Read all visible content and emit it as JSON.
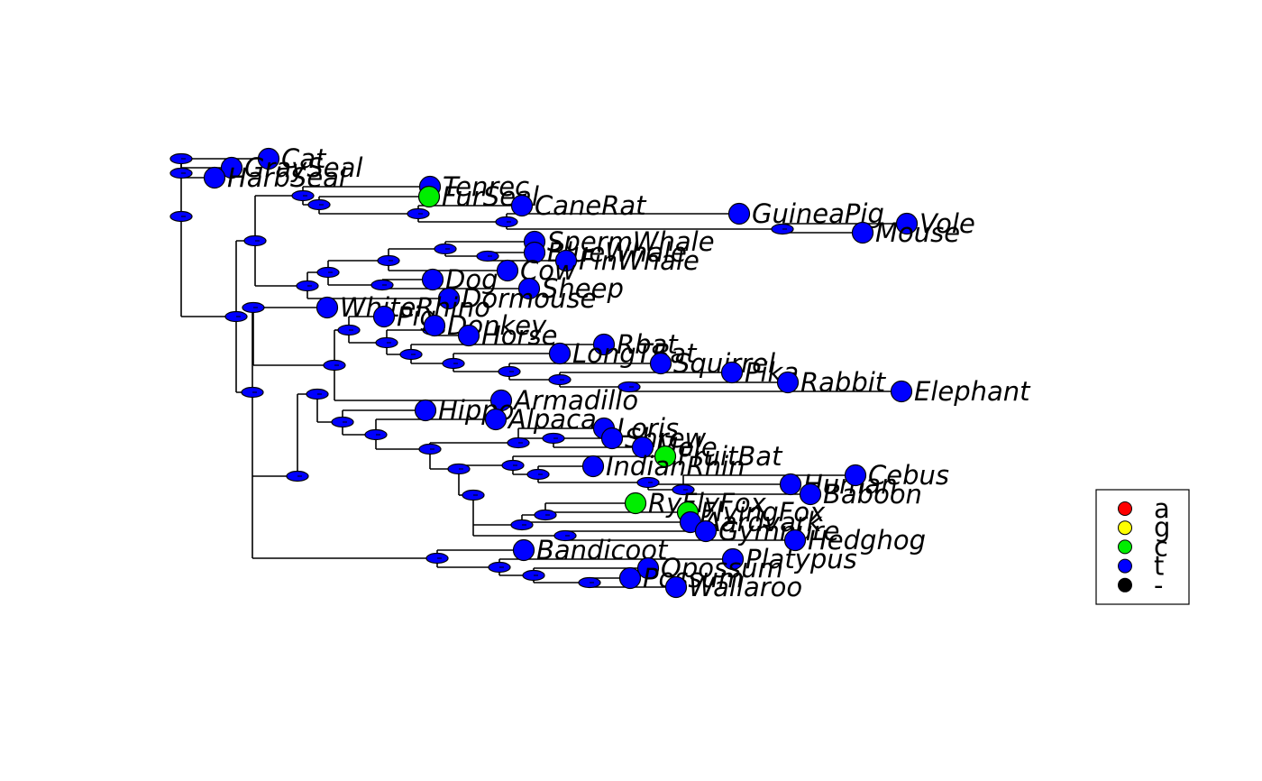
{
  "figure": {
    "type": "phylogenetic-tree-with-ancestral-states",
    "colors": {
      "a": "#ff0000",
      "g": "#ffff00",
      "c": "#00ee00",
      "t": "#0000ff",
      "-": "#000000"
    }
  },
  "legend": {
    "items": [
      {
        "label": "a",
        "color": "#ff0000"
      },
      {
        "label": "g",
        "color": "#ffff00"
      },
      {
        "label": "c",
        "color": "#00ee00"
      },
      {
        "label": "t",
        "color": "#0000ff"
      },
      {
        "label": "-",
        "color": "#000000"
      }
    ]
  },
  "tips": [
    {
      "name": "Cat",
      "state": "t"
    },
    {
      "name": "GraySeal",
      "state": "t"
    },
    {
      "name": "HarbSeal",
      "state": "t"
    },
    {
      "name": "Tenrec",
      "state": "t"
    },
    {
      "name": "FurSeal",
      "state": "c"
    },
    {
      "name": "CaneRat",
      "state": "t"
    },
    {
      "name": "GuineaPig",
      "state": "t"
    },
    {
      "name": "Vole",
      "state": "t"
    },
    {
      "name": "Mouse",
      "state": "t"
    },
    {
      "name": "SpermWhale",
      "state": "t"
    },
    {
      "name": "BlueWhale",
      "state": "t"
    },
    {
      "name": "FinWhale",
      "state": "t"
    },
    {
      "name": "Cow",
      "state": "t"
    },
    {
      "name": "Dog",
      "state": "t"
    },
    {
      "name": "Sheep",
      "state": "t"
    },
    {
      "name": "Dormouse",
      "state": "t"
    },
    {
      "name": "WhiteRhino",
      "state": "t"
    },
    {
      "name": "Pig",
      "state": "t"
    },
    {
      "name": "Donkey",
      "state": "t"
    },
    {
      "name": "Horse",
      "state": "t"
    },
    {
      "name": "Rbat",
      "state": "t"
    },
    {
      "name": "LongTBat",
      "state": "t"
    },
    {
      "name": "Squirrel",
      "state": "t"
    },
    {
      "name": "Pika",
      "state": "t"
    },
    {
      "name": "Rabbit",
      "state": "t"
    },
    {
      "name": "Elephant",
      "state": "t"
    },
    {
      "name": "Armadillo",
      "state": "t"
    },
    {
      "name": "Hippo",
      "state": "t"
    },
    {
      "name": "Alpaca",
      "state": "t"
    },
    {
      "name": "Loris",
      "state": "t"
    },
    {
      "name": "Shrew",
      "state": "t"
    },
    {
      "name": "Mole",
      "state": "t"
    },
    {
      "name": "FruitBat",
      "state": "c"
    },
    {
      "name": "IndianRhin",
      "state": "t"
    },
    {
      "name": "Human",
      "state": "t"
    },
    {
      "name": "Cebus",
      "state": "t"
    },
    {
      "name": "Baboon",
      "state": "t"
    },
    {
      "name": "RyFlyFox",
      "state": "c"
    },
    {
      "name": "FlyingFox",
      "state": "c"
    },
    {
      "name": "Aardvark",
      "state": "t"
    },
    {
      "name": "Gymnure",
      "state": "t"
    },
    {
      "name": "Hedghog",
      "state": "t"
    },
    {
      "name": "Bandicoot",
      "state": "t"
    },
    {
      "name": "Platypus",
      "state": "t"
    },
    {
      "name": "Opossum",
      "state": "t"
    },
    {
      "name": "Possum",
      "state": "t"
    },
    {
      "name": "Wallaroo",
      "state": "t"
    }
  ],
  "internal_node_states": "t"
}
